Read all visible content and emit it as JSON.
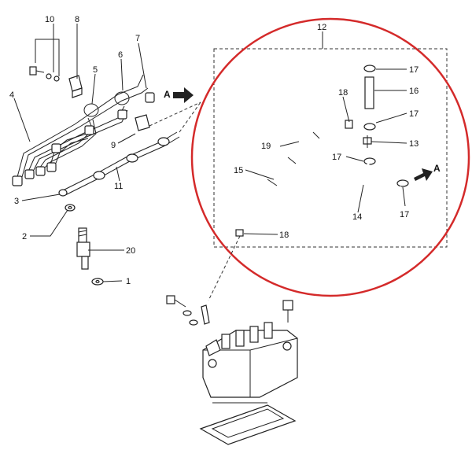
{
  "diagram": {
    "callouts": [
      {
        "id": "c10",
        "text": "10"
      },
      {
        "id": "c8",
        "text": "8"
      },
      {
        "id": "c7",
        "text": "7"
      },
      {
        "id": "c6",
        "text": "6"
      },
      {
        "id": "c5",
        "text": "5"
      },
      {
        "id": "c4",
        "text": "4"
      },
      {
        "id": "c9",
        "text": "9"
      },
      {
        "id": "c3",
        "text": "3"
      },
      {
        "id": "c11",
        "text": "11"
      },
      {
        "id": "c2",
        "text": "2"
      },
      {
        "id": "c20",
        "text": "20"
      },
      {
        "id": "c1",
        "text": "1"
      },
      {
        "id": "c12",
        "text": "12"
      },
      {
        "id": "c17a",
        "text": "17"
      },
      {
        "id": "c16",
        "text": "16"
      },
      {
        "id": "c18a",
        "text": "18"
      },
      {
        "id": "c17b",
        "text": "17"
      },
      {
        "id": "c19",
        "text": "19"
      },
      {
        "id": "c13",
        "text": "13"
      },
      {
        "id": "c17c",
        "text": "17"
      },
      {
        "id": "c15",
        "text": "15"
      },
      {
        "id": "c14",
        "text": "14"
      },
      {
        "id": "c17d",
        "text": "17"
      },
      {
        "id": "c18b",
        "text": "18"
      }
    ],
    "arrow_label_left": "A",
    "arrow_label_right": "A",
    "colors": {
      "highlight_circle": "#d42a2a",
      "line": "#222222"
    }
  }
}
